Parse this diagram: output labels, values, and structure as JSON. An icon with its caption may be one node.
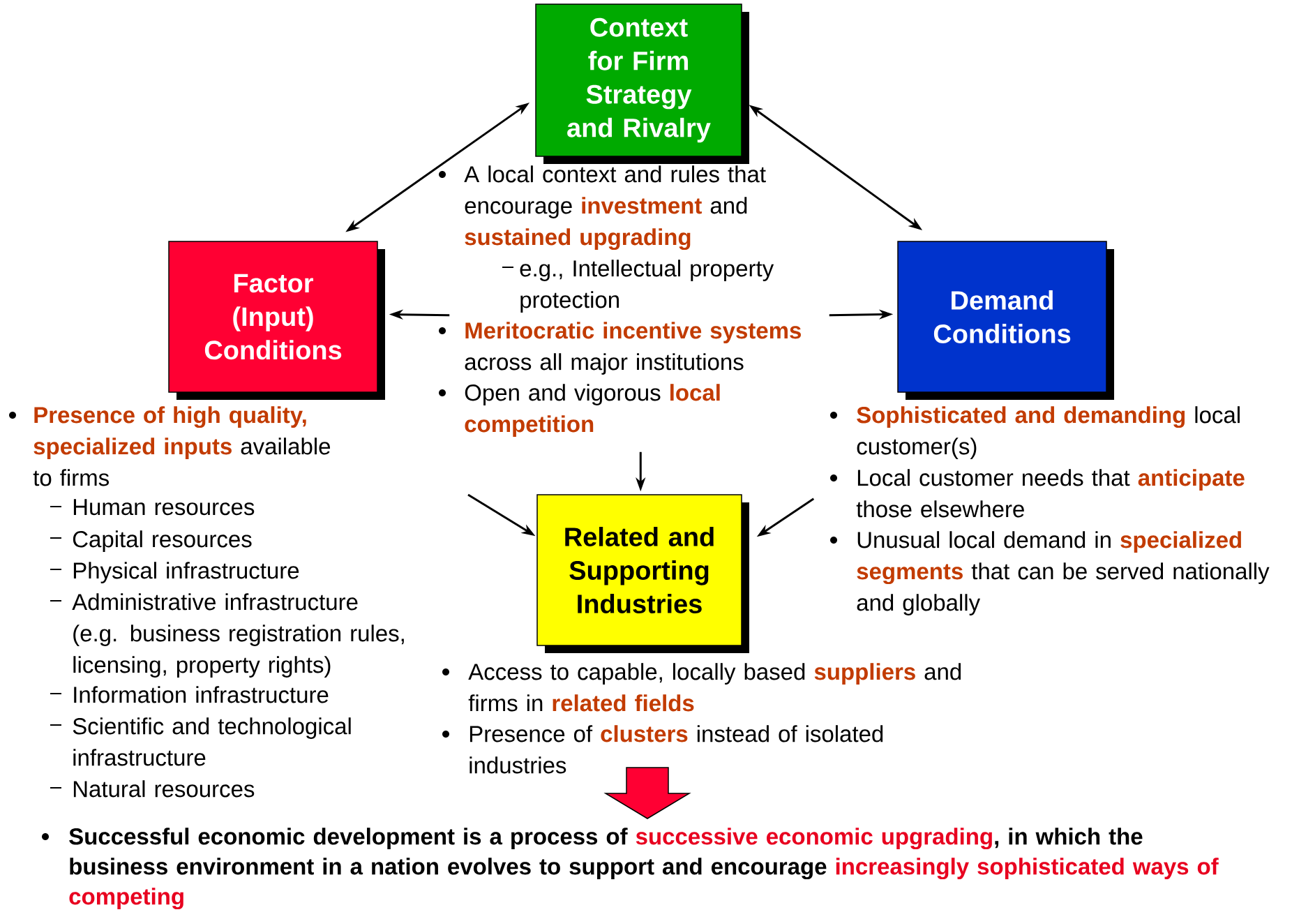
{
  "diagram": {
    "nodes": [
      {
        "text": [
          "Context for Firm Strategy and Rivalry"
        ],
        "beside": [
          "A local context and rules that encourage **investment** and **sustained upgrading**",
          "e.g., Intellectual property protection",
          "**Meritocratic incentive systems** across all major institutions",
          "Open and vigorous **local competition**"
        ]
      },
      {
        "text": [
          "Factor (Input) Conditions"
        ],
        "beside": [
          "**Presence of high quality, specialized inputs** available to firms",
          "Human resources",
          "Capital resources",
          "Physical infrastructure",
          "Administrative infrastructure (e.g. business registration rules, licensing, property rights)",
          "Information infrastructure",
          "Scientific and technological infrastructure",
          "Natural resources"
        ]
      },
      {
        "text": [
          "Demand Conditions"
        ],
        "beside": [
          "**Sophisticated and demanding** local customer(s)",
          "Local customer needs that **anticipate** those elsewhere",
          "Unusual local demand in **specialized segments** that can be served nationally and globally"
        ]
      },
      {
        "text": [
          "Related and Supporting Industries"
        ],
        "beside": [
          "Access to capable, locally based **suppliers** and firms in **related fields**",
          "Presence of **clusters** instead of isolated industries"
        ]
      }
    ],
    "edges": [
      {
        "from": 0,
        "to": 1,
        "arrow": "both"
      },
      {
        "from": 0,
        "to": 2,
        "arrow": "both"
      },
      {
        "from": 0,
        "to": 1,
        "arrow": "to"
      },
      {
        "from": 0,
        "to": 2,
        "arrow": "to"
      },
      {
        "from": 0,
        "to": 3,
        "arrow": "to"
      },
      {
        "from": null,
        "to": 3,
        "arrow": "to"
      },
      {
        "from": 2,
        "to": 3,
        "arrow": "to"
      }
    ],
    "labels": [
      "Successful economic development is a process of **successive economic upgrading**, in which the business environment in a nation evolves to support and encourage **increasingly sophisticated ways of competing**"
    ]
  }
}
